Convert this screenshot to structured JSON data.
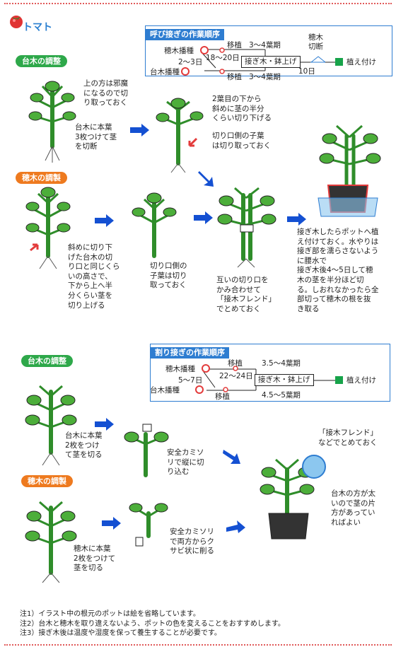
{
  "title": "トマト",
  "approach": {
    "timeline": {
      "heading": "呼び接ぎの作業順序",
      "scion_sow": "穂木播種",
      "rootstock_sow": "台木播種",
      "offset": "2～3日",
      "days_transplant": "18～20日",
      "transplant_top": "移植",
      "transplant_bottom": "移植",
      "leaf_top": "3～4葉期",
      "leaf_bottom": "3～4葉期",
      "graft_stage": "接ぎ木・鉢上げ",
      "cut_label": "穂木\n切断",
      "days_cut": "10日",
      "plant_label": "植え付け"
    },
    "rootstock_label": "台木の調整",
    "scion_label": "穂木の調製",
    "texts": {
      "top_note": "上の方は邪魔\nになるので切\nり取っておく",
      "rootstock_cut": "台木に本葉\n3枚つけて茎\nを切断",
      "diag_cut": "2葉目の下から\n斜めに茎の半分\nくらい切り下げる",
      "cotyledon_cut": "切り口側の子葉\nは切り取っておく",
      "scion_diag": "斜めに切り下\nげた台木の切\nり口と同じくら\nいの高さで、\n下から上へ半\n分くらい茎を\n切り上げる",
      "scion_cotyledon": "切り口側の\n子葉は切り\n取っておく",
      "join": "互いの切り口を\nかみ合わせて\n「接木フレンド」\nでとめておく",
      "pot_note": "接ぎ木したらポットへ植\nえ付けておく。水やりは\n接ぎ部を濡らさないよう\nに腰水で\n接ぎ木後4～5日して穂\n木の茎を半分ほど切\nる。しおれなかったら全\n部切って穂木の根を抜\nき取る"
    }
  },
  "cleft": {
    "timeline": {
      "heading": "割り接ぎの作業順序",
      "scion_sow": "穂木播種",
      "rootstock_sow": "台木播種",
      "offset": "5～7日",
      "days_graft": "22～24日",
      "transplant_top": "移植",
      "transplant_bottom": "移植",
      "leaf_top": "3.5～4葉期",
      "leaf_bottom": "4.5～5葉期",
      "graft_stage": "接ぎ木・鉢上げ",
      "plant_label": "植え付け"
    },
    "rootstock_label": "台木の調整",
    "scion_label": "穂木の調製",
    "texts": {
      "rootstock_cut": "台木に本葉\n2枚をつけ\nて茎を切る",
      "razor_split": "安全カミソ\nリで縦に切\nり込む",
      "scion_cut": "穂木に本葉\n2枚をつけて\n茎を切る",
      "razor_wedge": "安全カミソリ\nで両方からク\nサビ状に削る",
      "friend": "「接木フレンド」\nなどでとめておく",
      "thick_note": "台木の方が太\nいので茎の片\n方があってい\nればよい"
    }
  },
  "notes": [
    "注1）イラスト中の根元のポットは絵を省略しています。",
    "注2）台木と穂木を取り違えないよう、ポットの色を変えることをおすすめします。",
    "注3）接ぎ木後は温度や湿度を保って養生することが必要です。"
  ],
  "colors": {
    "accent_blue": "#2e7dd1",
    "title_blue": "#2a7fd0",
    "green_label": "#2ea84a",
    "orange_label": "#ee7a1f",
    "arrow_blue": "#1450d2",
    "leaf_green": "#4cae3a",
    "stem_green": "#2f8d2a",
    "marker_red": "#e33b3b",
    "plant_green": "#17a34a"
  },
  "icons": {
    "logo": "tomato-icon",
    "arrow": "right-arrow-icon",
    "pointer": "red-arrow-icon"
  }
}
